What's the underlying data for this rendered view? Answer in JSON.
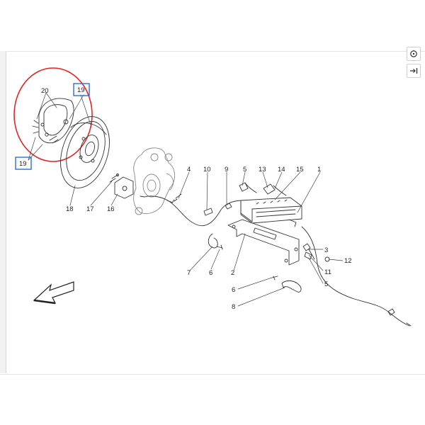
{
  "toolbar": {
    "rotate_icon": "rotate-icon",
    "fit_icon": "fit-to-width-icon"
  },
  "colors": {
    "highlight_circle": "#e52424",
    "callout_box": "#2f6fd0",
    "line": "#333333"
  },
  "callouts": [
    {
      "id": "20",
      "text": "20"
    },
    {
      "id": "19a",
      "text": "19",
      "boxed": true
    },
    {
      "id": "19b",
      "text": "19",
      "boxed": true
    },
    {
      "id": "18",
      "text": "18"
    },
    {
      "id": "17",
      "text": "17"
    },
    {
      "id": "16",
      "text": "16"
    },
    {
      "id": "4",
      "text": "4"
    },
    {
      "id": "10",
      "text": "10"
    },
    {
      "id": "9",
      "text": "9"
    },
    {
      "id": "5a",
      "text": "5"
    },
    {
      "id": "13",
      "text": "13"
    },
    {
      "id": "14",
      "text": "14"
    },
    {
      "id": "15",
      "text": "15"
    },
    {
      "id": "1",
      "text": "1"
    },
    {
      "id": "3",
      "text": "3"
    },
    {
      "id": "12",
      "text": "12"
    },
    {
      "id": "11",
      "text": "11"
    },
    {
      "id": "5b",
      "text": "5"
    },
    {
      "id": "7",
      "text": "7"
    },
    {
      "id": "6a",
      "text": "6"
    },
    {
      "id": "2",
      "text": "2"
    },
    {
      "id": "6b",
      "text": "6"
    },
    {
      "id": "8",
      "text": "8"
    }
  ]
}
